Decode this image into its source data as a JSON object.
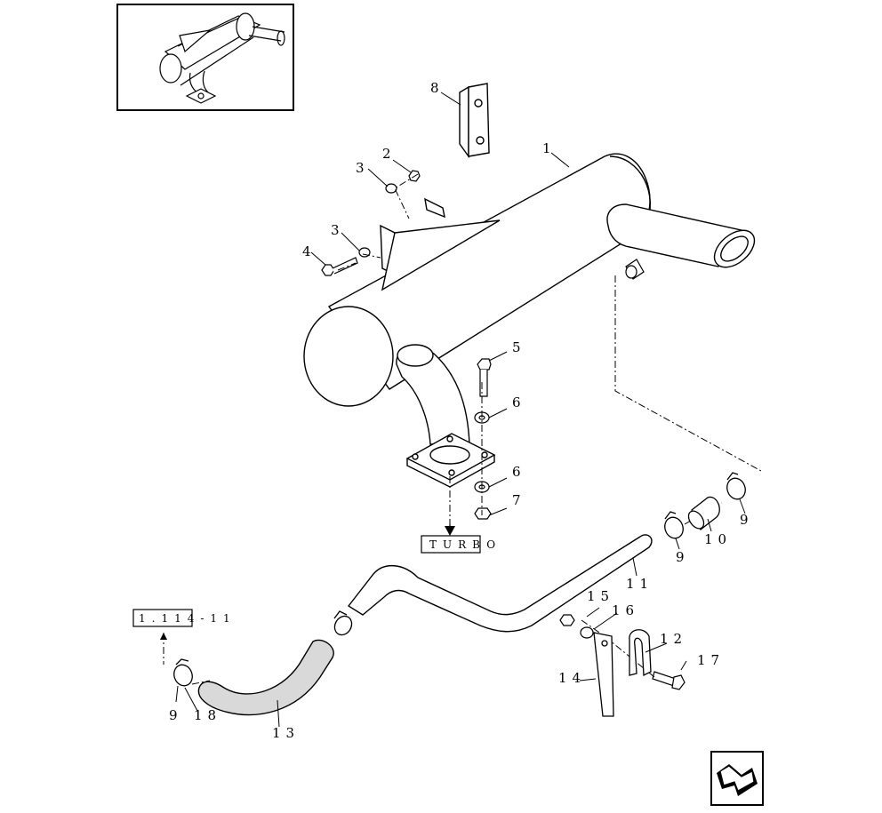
{
  "diagram": {
    "references": {
      "turbo": "TURBO",
      "parts_ref": "1.114-11"
    },
    "callouts": {
      "c1": "1",
      "c2": "2",
      "c3a": "3",
      "c3b": "3",
      "c4": "4",
      "c5": "5",
      "c6a": "6",
      "c6b": "6",
      "c7": "7",
      "c8": "8",
      "c9a": "9",
      "c9b": "9",
      "c9c": "9",
      "c10": "10",
      "c11": "11",
      "c12": "12",
      "c13": "13",
      "c14": "14",
      "c15": "15",
      "c16": "16",
      "c17": "17",
      "c18": "18"
    },
    "icons": {
      "thumbnail": "muffler-assembly-thumbnail",
      "navigation": "next-page-arrow-icon"
    },
    "colors": {
      "line": "#000000",
      "hose_fill": "#d9d9d9"
    }
  }
}
